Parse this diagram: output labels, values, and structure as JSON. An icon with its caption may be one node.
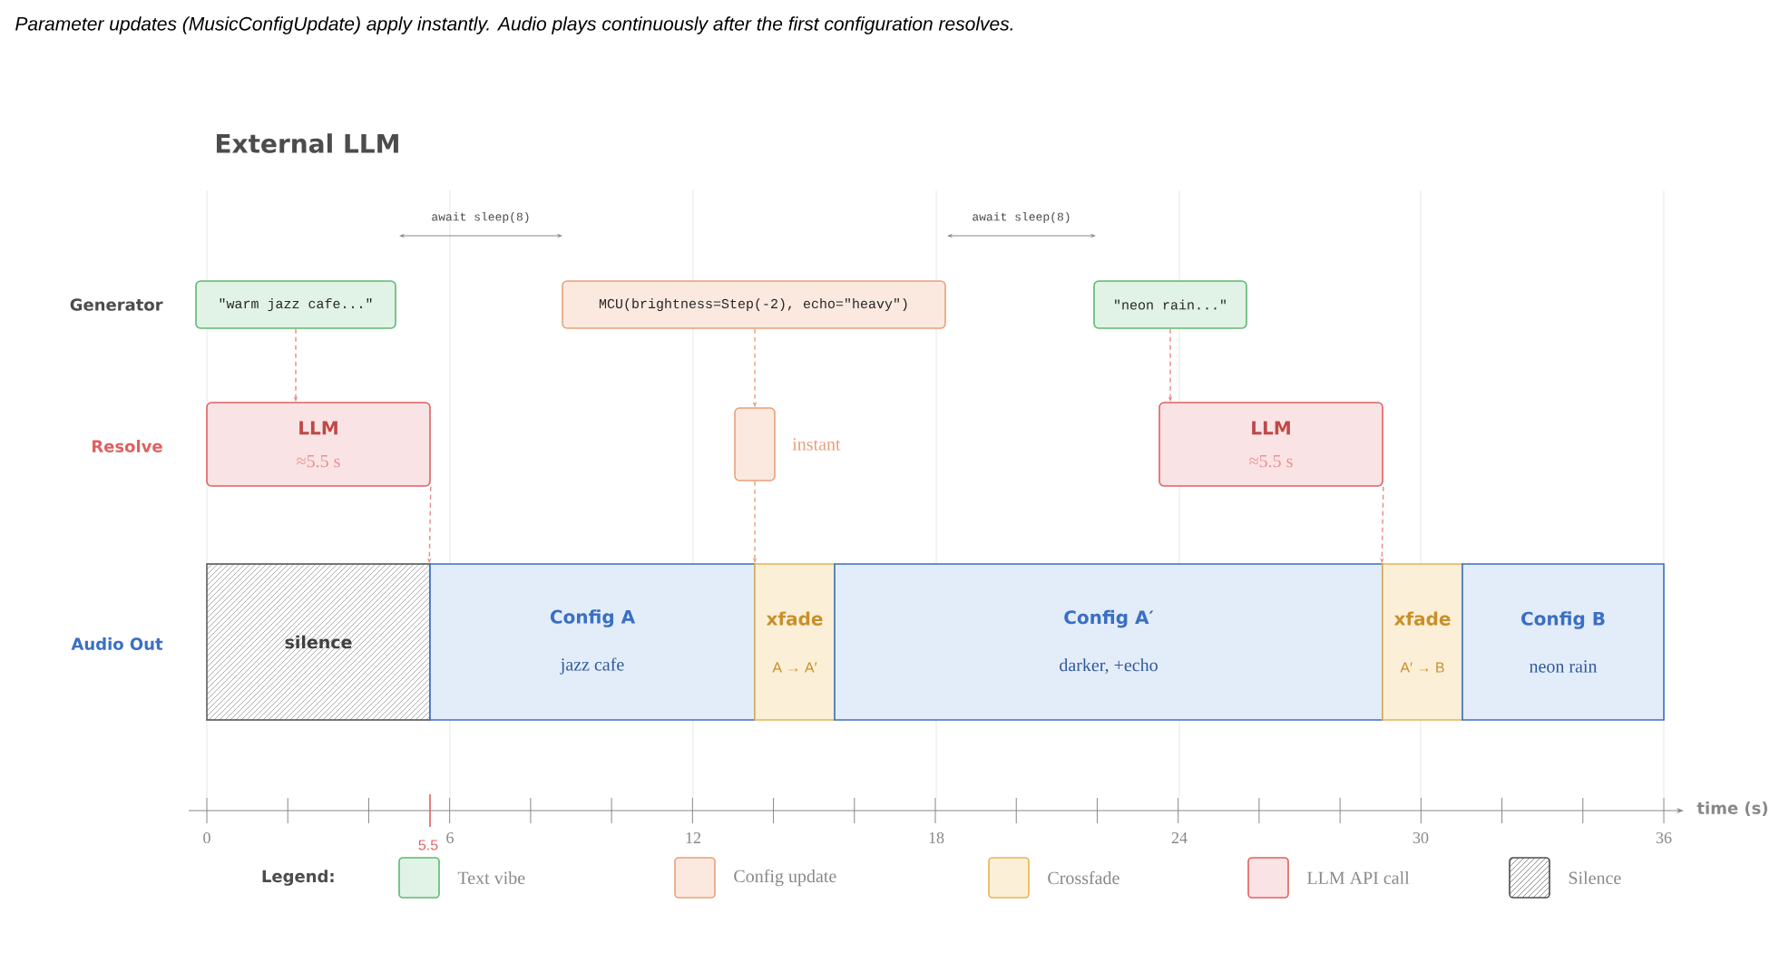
{
  "diagram": {
    "title": "External LLM",
    "caption": "Parameter updates (MusicConfigUpdate) apply instantly. Audio plays continuously after the first configuration resolves.",
    "nodes": [
      {
        "text": [
          "\"warm jazz cafe...\""
        ]
      },
      {
        "text": [
          "MCU(brightness=Step(-2), echo=\"heavy\")"
        ]
      },
      {
        "text": [
          "\"neon rain...\""
        ]
      },
      {
        "text": [
          "LLM",
          "≈5.5 s"
        ]
      },
      {
        "text": [],
        "shape": "box",
        "beside": [
          "instant"
        ]
      },
      {
        "text": [
          "LLM",
          "≈5.5 s"
        ]
      },
      {
        "text": [
          "silence"
        ]
      },
      {
        "text": [
          "Config A",
          "jazz cafe"
        ]
      },
      {
        "text": [
          "xfade",
          "A → A′"
        ]
      },
      {
        "text": [
          "Config A′",
          "darker, +echo"
        ]
      },
      {
        "text": [
          "xfade",
          "A′ → B"
        ]
      },
      {
        "text": [
          "Config B",
          "neon rain"
        ]
      }
    ],
    "edges": [
      {
        "from": 0,
        "to": 3,
        "arrow": "to",
        "style": "dashed"
      },
      {
        "from": 1,
        "to": 4,
        "arrow": "to",
        "style": "dashed",
        "color": "#e8a07a"
      },
      {
        "from": 2,
        "to": 5,
        "arrow": "to",
        "style": "dashed"
      },
      {
        "from": 3,
        "to": 7,
        "arrow": "to",
        "style": "dashed"
      },
      {
        "from": 4,
        "to": 8,
        "arrow": "to",
        "style": "dashed",
        "color": "#e8a07a"
      },
      {
        "from": 5,
        "to": 10,
        "arrow": "to",
        "style": "dashed"
      }
    ],
    "labels": [
      "await sleep(8)",
      "await sleep(8)",
      "Generator",
      "Resolve",
      "Audio Out",
      "0",
      "6",
      "12",
      "18",
      "24",
      "30",
      "36",
      "5.5",
      "time (s)",
      "Legend:"
    ],
    "legend": [
      {
        "text": "Text vibe",
        "color": "#e1f2e6"
      },
      {
        "text": "Config update",
        "color": "#fbe9df"
      },
      {
        "text": "Crossfade",
        "color": "#fcefd7"
      },
      {
        "text": "LLM API call",
        "color": "#f9e3e5"
      },
      {
        "text": "Silence"
      }
    ]
  }
}
